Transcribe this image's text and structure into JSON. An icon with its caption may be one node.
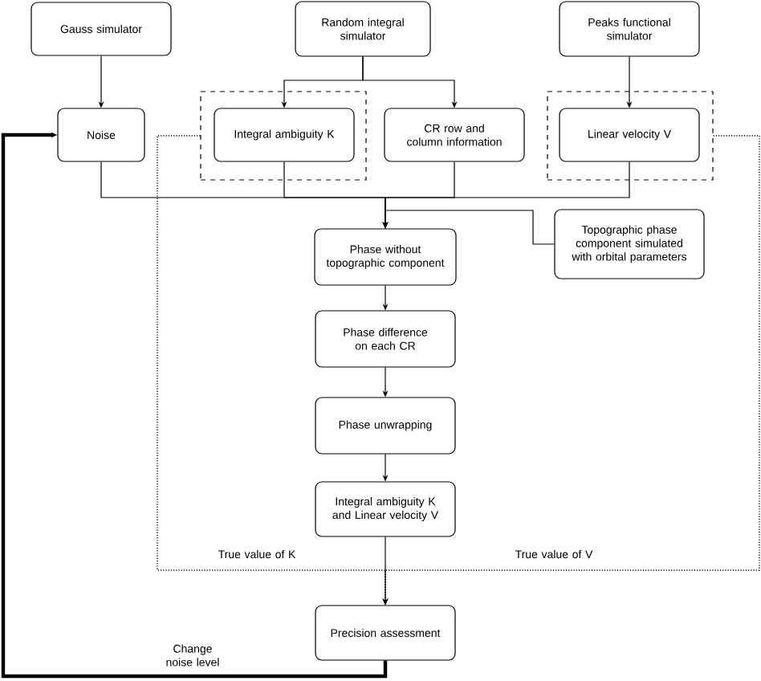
{
  "diagram": {
    "nodes": [
      {
        "text": [
          "Gauss simulator"
        ]
      },
      {
        "text": [
          "Random integral simulator"
        ]
      },
      {
        "text": [
          "Peaks functional simulator"
        ]
      },
      {
        "text": [
          "Noise"
        ]
      },
      {
        "text": [],
        "shape": "box"
      },
      {
        "text": [
          "Integral ambiguity K"
        ],
        "in": 4
      },
      {
        "text": [
          "CR row and column information"
        ]
      },
      {
        "text": [],
        "shape": "box"
      },
      {
        "text": [
          "Linear velocity V"
        ],
        "in": 7
      },
      {
        "text": [
          "Phase without topographic component"
        ]
      },
      {
        "text": [
          "Topographic phase component simulated with orbital parameters"
        ]
      },
      {
        "text": [
          "Phase difference on each CR"
        ]
      },
      {
        "text": [
          "Phase unwrapping"
        ]
      },
      {
        "text": [
          "Integral ambiguity K and Linear velocity V"
        ]
      },
      {
        "text": [
          "Precision assessment"
        ]
      }
    ],
    "edges": [
      {
        "from": 0,
        "to": 3,
        "arrow": "to"
      },
      {
        "from": 1,
        "to": 5,
        "arrow": "to"
      },
      {
        "from": 1,
        "to": 6,
        "arrow": "to"
      },
      {
        "from": 2,
        "to": 8,
        "arrow": "to"
      },
      {
        "from": 3,
        "to": 9,
        "arrow": "to"
      },
      {
        "from": 5,
        "to": 9,
        "arrow": "to"
      },
      {
        "from": 6,
        "to": 9,
        "arrow": "to"
      },
      {
        "from": 8,
        "to": 9,
        "arrow": "to"
      },
      {
        "from": 10,
        "to": 9,
        "arrow": "to"
      },
      {
        "from": 9,
        "to": 11,
        "arrow": "to"
      },
      {
        "from": 11,
        "to": 12,
        "arrow": "to"
      },
      {
        "from": 12,
        "to": 13,
        "arrow": "to"
      },
      {
        "from": 13,
        "to": 14,
        "arrow": "to"
      },
      {
        "from": 4,
        "to": 14,
        "arrow": "to",
        "style": "dashed",
        "label": "True value of K"
      },
      {
        "from": 7,
        "to": 14,
        "arrow": "to",
        "style": "dashed",
        "label": "True value of V"
      },
      {
        "from": 14,
        "to": 3,
        "arrow": "to",
        "style": "thick",
        "label": "Change noise level"
      }
    ]
  }
}
